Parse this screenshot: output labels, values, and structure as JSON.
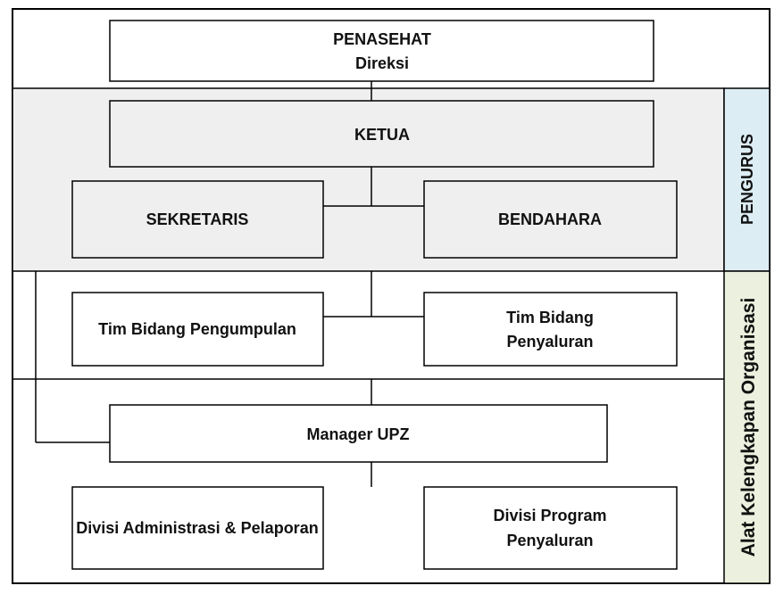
{
  "colors": {
    "band_pengurus": "#efefef",
    "side_pengurus": "#dcedf4",
    "side_alat": "#ebf1de",
    "stroke": "#000000",
    "box_fill": "#ffffff",
    "box_fill_grey": "#efefef"
  },
  "boxes": {
    "penasehat": {
      "line1": "PENASEHAT",
      "line2": "Direksi"
    },
    "ketua": {
      "line1": "KETUA"
    },
    "sekretaris": {
      "line1": "SEKRETARIS"
    },
    "bendahara": {
      "line1": "BENDAHARA"
    },
    "tim_pengumpulan": {
      "line1": "Tim Bidang Pengumpulan"
    },
    "tim_penyaluran": {
      "line1": "Tim Bidang",
      "line2": "Penyaluran"
    },
    "manager_upz": {
      "line1": "Manager UPZ"
    },
    "divisi_admin": {
      "line1": "Divisi Administrasi & Pelaporan"
    },
    "divisi_program": {
      "line1": "Divisi Program",
      "line2": "Penyaluran"
    }
  },
  "side_labels": {
    "pengurus": "PENGURUS",
    "alat": "Alat Kelengkapan Organisasi"
  }
}
